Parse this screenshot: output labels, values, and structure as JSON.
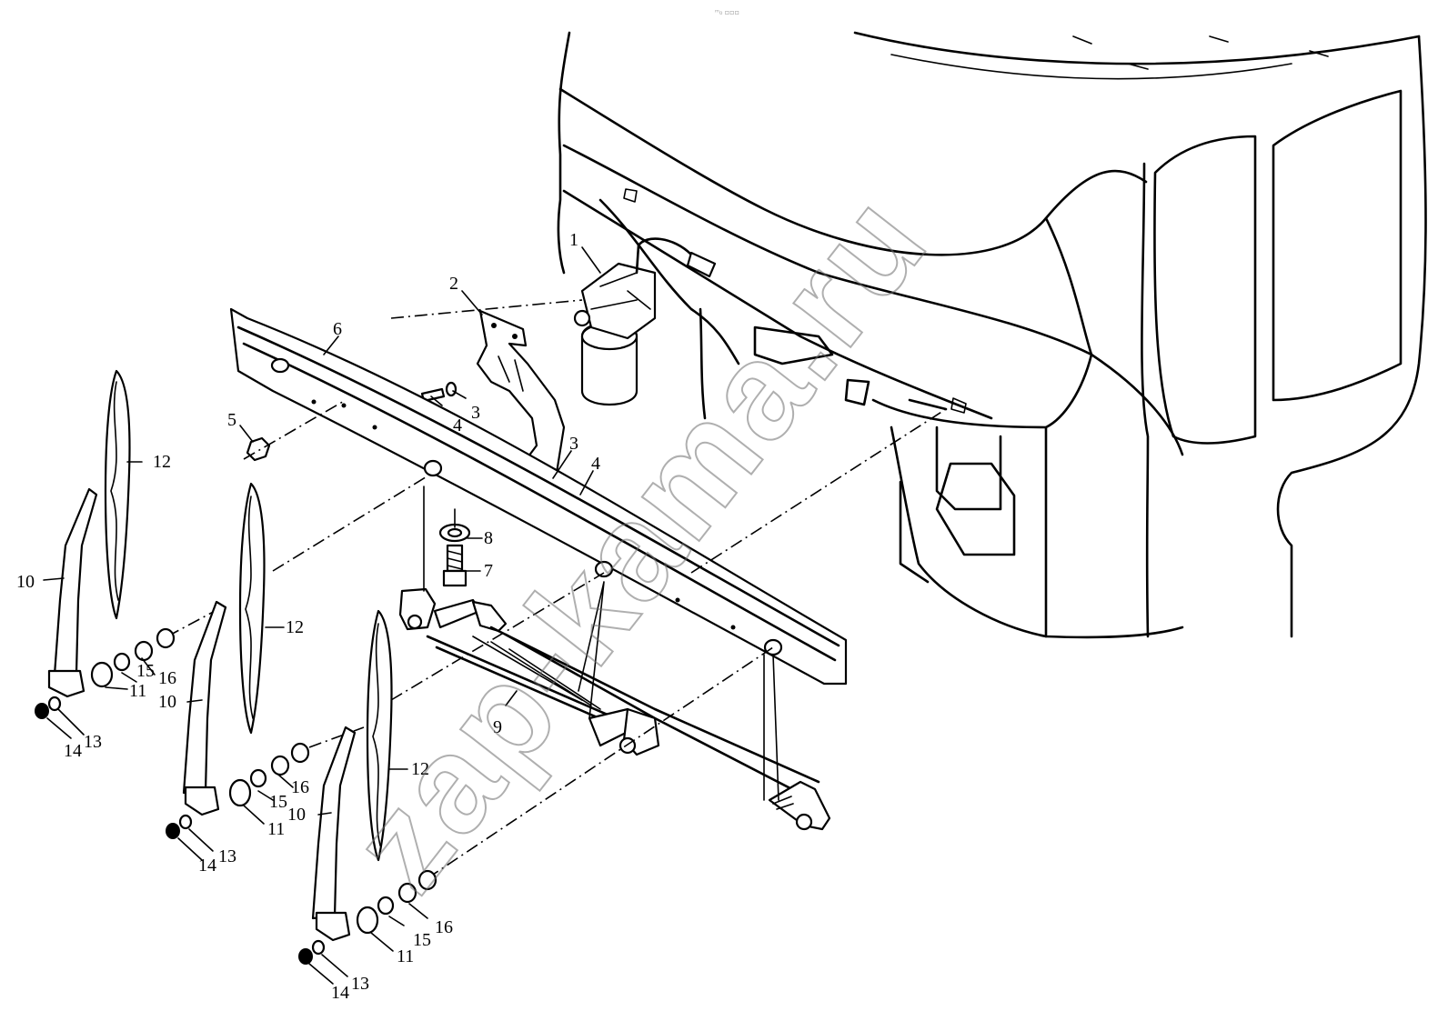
{
  "header_mark": "ᵐ₀ ▫▫▫",
  "watermark": "zap-kama.ru",
  "callouts": {
    "c1": "1",
    "c2": "2",
    "c3a": "3",
    "c3b": "3",
    "c4a": "4",
    "c4b": "4",
    "c5": "5",
    "c6": "6",
    "c7": "7",
    "c8": "8",
    "c9": "9",
    "a10": "10",
    "a11": "11",
    "a12": "12",
    "a13": "13",
    "a14": "14",
    "a15": "15",
    "a16": "16",
    "b10": "10",
    "b11": "11",
    "b12": "12",
    "b13": "13",
    "b14": "14",
    "b15": "15",
    "b16": "16",
    "d10": "10",
    "d11": "11",
    "d12": "12",
    "d13": "13",
    "d14": "14",
    "d15": "15",
    "d16": "16"
  }
}
